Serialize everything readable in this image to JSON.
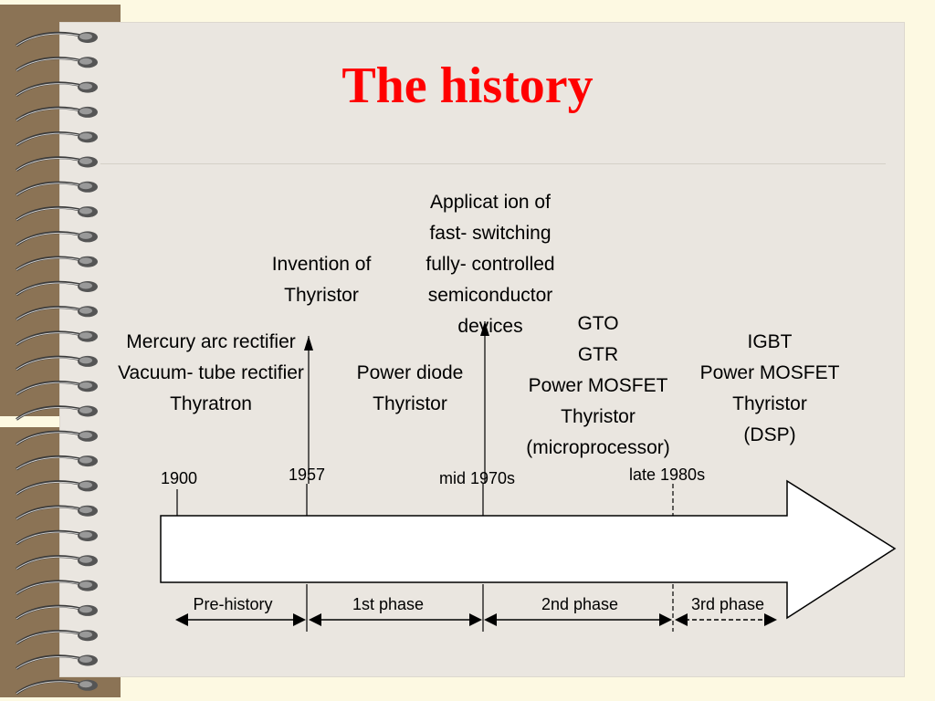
{
  "title": "The history",
  "events": {
    "invention": [
      "Invention of",
      "Thyristor"
    ],
    "application": [
      "Applicat ion of",
      "fast- switching",
      "fully- controlled",
      "semiconductor",
      "devices"
    ]
  },
  "prehistory_devices": [
    "Mercury arc rectifier",
    "Vacuum- tube rectifier",
    "Thyratron"
  ],
  "phase1_devices": [
    "Power diode",
    "Thyristor"
  ],
  "phase2_devices": [
    "GTO",
    "GTR",
    "Power MOSFET",
    "Thyristor",
    "(microprocessor)"
  ],
  "phase3_devices": [
    "IGBT",
    "Power MOSFET",
    "Thyristor",
    "(DSP)"
  ],
  "timeline": {
    "ticks": [
      "1900",
      "1957",
      "mid 1970s",
      "late 1980s"
    ]
  },
  "phases": [
    "Pre-history",
    "1st phase",
    "2nd phase",
    "3rd phase"
  ],
  "colors": {
    "title": "#ff0000",
    "page": "#eae6e0",
    "binder": "#8b7355",
    "background": "#fdf9e2"
  }
}
